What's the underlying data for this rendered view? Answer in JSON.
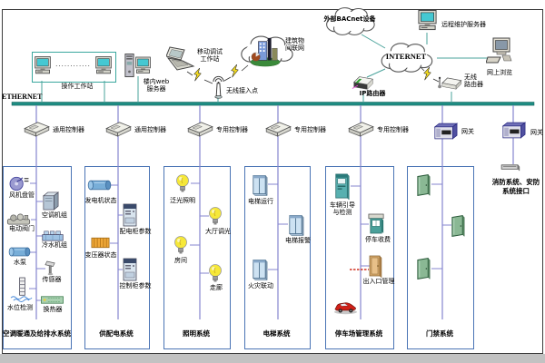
{
  "top": {
    "ethernet": "ETHERNET",
    "operator_workstation": "操作工作站",
    "workstation_dots": "............",
    "web_server_line1": "楼内web",
    "web_server_line2": "服务器",
    "mobile_debug_line1": "移动调试",
    "mobile_debug_line2": "工作站",
    "wireless_ap": "无线接入点",
    "building_cloud_line1": "建筑物",
    "building_cloud_line2": "间联网",
    "bacnet_cloud": "外部BACnet设备",
    "remote_server": "远程维护服务器",
    "internet": "INTERNET",
    "web_browse": "网上浏览",
    "ip_router": "IP路由器",
    "wireless_router_line1": "无线",
    "wireless_router_line2": "路由器"
  },
  "controllers": [
    {
      "label": "通用控制器"
    },
    {
      "label": "通用控制器"
    },
    {
      "label": "专用控制器"
    },
    {
      "label": "专用控制器"
    },
    {
      "label": "专用控制器"
    },
    {
      "label": "网关"
    },
    {
      "label": "网关"
    }
  ],
  "fire_security": {
    "line1": "消防系统、安防",
    "line2": "系统接口"
  },
  "systems": [
    {
      "name": "空调暖通及给排水系统",
      "items": [
        {
          "label": "风机盘管"
        },
        {
          "label": "空调机组"
        },
        {
          "label": "电动阀门"
        },
        {
          "label": "冷水机组"
        },
        {
          "label": "水泵"
        },
        {
          "label": "传感器"
        },
        {
          "label": "水位检测"
        },
        {
          "label": "换热器"
        }
      ]
    },
    {
      "name": "供配电系统",
      "items": [
        {
          "label": "发电机状态"
        },
        {
          "label": "配电柜参数"
        },
        {
          "label": "变压器状态"
        },
        {
          "label": "控制柜参数"
        }
      ]
    },
    {
      "name": "照明系统",
      "items": [
        {
          "label": "泛光照明"
        },
        {
          "label": "大厅调光"
        },
        {
          "label": "房间"
        },
        {
          "label": "走廊"
        }
      ]
    },
    {
      "name": "电梯系统",
      "items": [
        {
          "label": "电梯运行"
        },
        {
          "label": "电梯报警"
        },
        {
          "label": "火灾联动"
        }
      ]
    },
    {
      "name": "停车场管理系统",
      "items": [
        {
          "label_line1": "车辆引导",
          "label_line2": "与检测"
        },
        {
          "label": "停车收费"
        },
        {
          "label": "出入口管理"
        }
      ]
    },
    {
      "name": "门禁系统",
      "items": []
    }
  ],
  "icon_names": [
    "desktop-computer-icon",
    "server-tower-icon",
    "laptop-icon",
    "antenna-icon",
    "cloud-icon",
    "building-icon",
    "router-icon",
    "wireless-router-icon",
    "crt-computer-icon",
    "controller-icon",
    "gateway-icon",
    "lightning-bolt-icon",
    "fan-coil-icon",
    "valve-icon",
    "pump-icon",
    "water-level-icon",
    "ac-unit-icon",
    "chiller-icon",
    "sensor-icon",
    "heat-exchanger-icon",
    "generator-icon",
    "transformer-icon",
    "cabinet-icon",
    "bulb-icon",
    "elevator-door-icon",
    "kiosk-icon",
    "toll-booth-icon",
    "entrance-door-icon",
    "car-icon",
    "access-door-icon"
  ],
  "colors": {
    "ethernet_bus": "#1e8c82",
    "teal_line": "#4aa39b",
    "purple_line": "#8585cf",
    "system_box_border": "#4a74b5",
    "workstation_box_border": "#3aa79e",
    "bulb_yellow": "#f6e838",
    "car_red": "#d02018",
    "transformer_orange": "#f0a838"
  }
}
